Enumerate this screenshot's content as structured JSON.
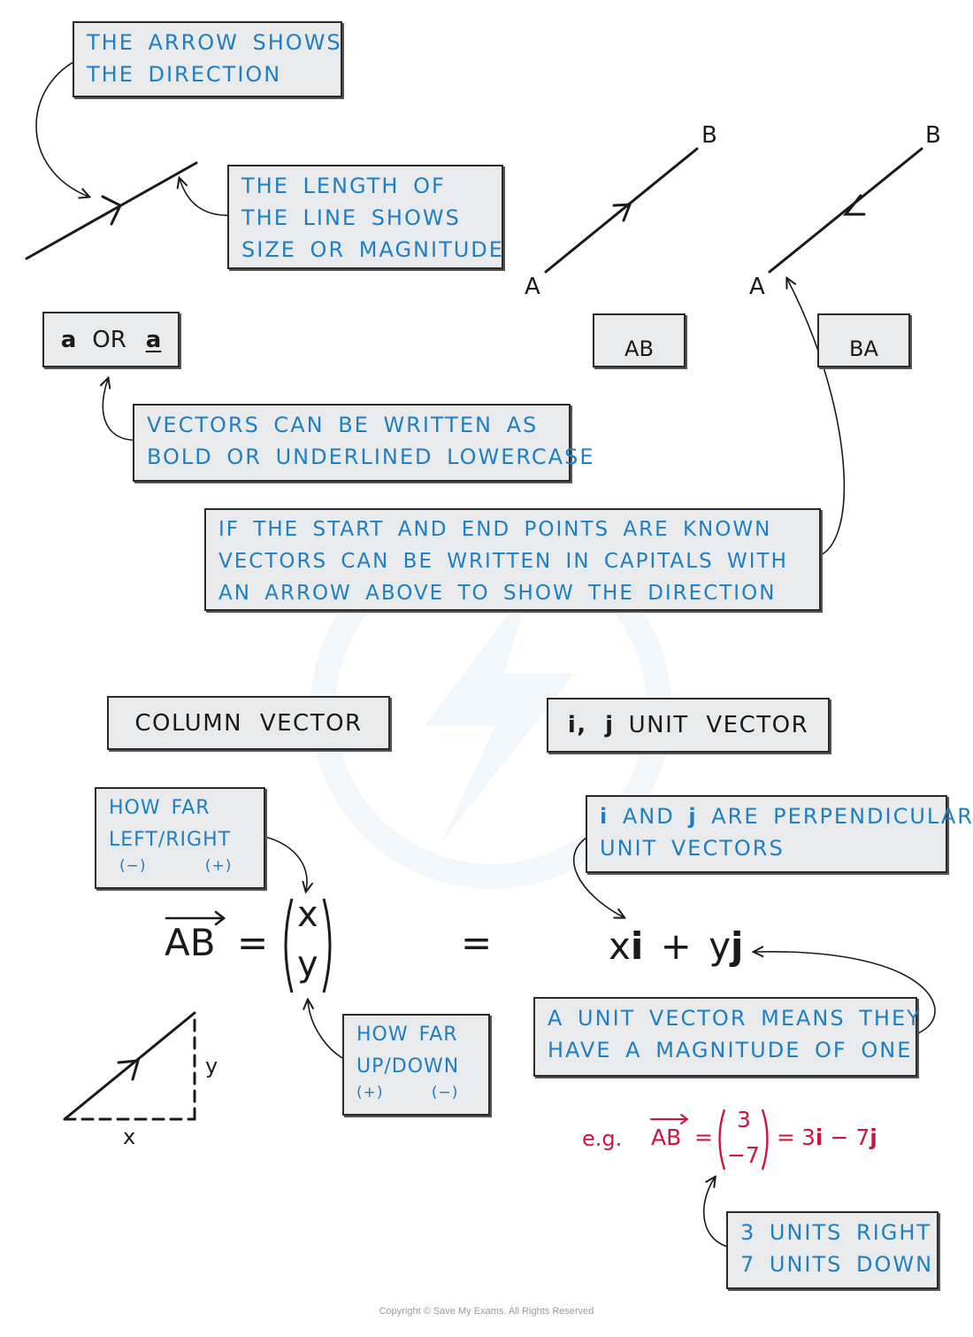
{
  "notes": {
    "arrow_direction": [
      "THE ARROW SHOWS",
      "THE DIRECTION"
    ],
    "line_length": [
      "THE LENGTH OF",
      "THE LINE SHOWS",
      "SIZE OR MAGNITUDE"
    ],
    "bold_underlined": [
      "VECTORS CAN BE WRITTEN AS",
      "BOLD OR UNDERLINED LOWERCASE"
    ],
    "capitals": [
      "IF THE START AND END POINTS ARE KNOWN",
      "VECTORS CAN BE WRITTEN IN CAPITALS WITH",
      "AN ARROW ABOVE TO SHOW THE DIRECTION"
    ],
    "left_right": [
      "HOW FAR",
      "LEFT/RIGHT",
      "(−)",
      "(+)"
    ],
    "up_down": [
      "HOW FAR",
      "UP/DOWN",
      "(+)",
      "(−)"
    ],
    "perpendicular": [
      "i",
      "AND",
      "j",
      "ARE PERPENDICULAR",
      "UNIT VECTORS"
    ],
    "unit_magnitude": [
      "A UNIT VECTOR MEANS THEY",
      "HAVE A MAGNITUDE OF ONE"
    ],
    "units_example": [
      "3 UNITS RIGHT",
      "7 UNITS DOWN"
    ]
  },
  "labels": {
    "lowercase_forms": {
      "a_bold": "a",
      "or": "OR",
      "a_underlined": "a"
    },
    "ab_arrow": "AB",
    "ba_arrow": "BA",
    "column_vector": "COLUMN VECTOR",
    "ij_unit_vector": {
      "ij": "i, j",
      "rest": "UNIT VECTOR"
    }
  },
  "points": {
    "a1": "A",
    "b1": "B",
    "a2": "A",
    "b2": "B"
  },
  "equation": {
    "lhs": "AB",
    "equals": "=",
    "x": "x",
    "y": "y",
    "equals2": "=",
    "rhs": {
      "x": "x",
      "i": "i",
      "plus": "+",
      "y": "y",
      "j": "j"
    }
  },
  "triangle": {
    "x": "x",
    "y": "y"
  },
  "example": {
    "eg": "e.g.",
    "lhs": "AB",
    "eq": "=",
    "top": "3",
    "bottom": "−7",
    "eq2": "=",
    "rhs_a": "3",
    "rhs_i": "i",
    "rhs_b": " − 7",
    "rhs_j": "j"
  },
  "colors": {
    "note_text": "#1f7fc4",
    "note_bg": "#e9eaeb",
    "example": "#d0153c"
  },
  "copyright": "Copyright © Save My Exams. All Rights Reserved"
}
